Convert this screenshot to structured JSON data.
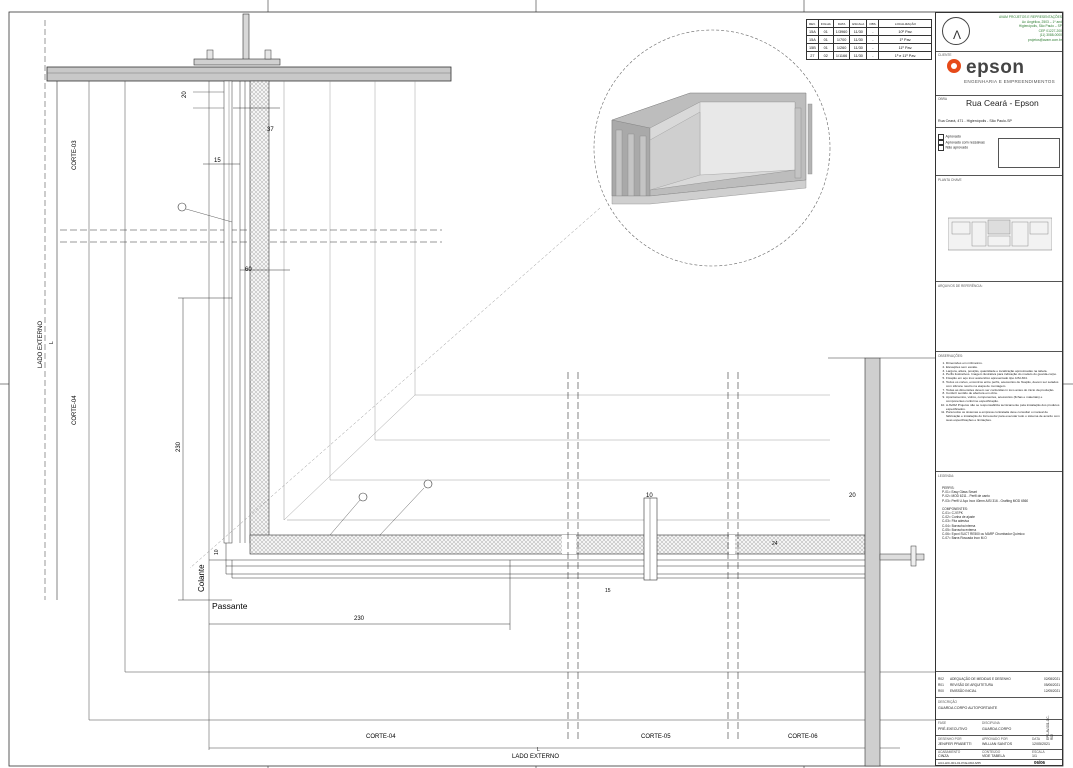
{
  "drawing": {
    "dimensions": {
      "d20_top": "20",
      "d37": "37",
      "d15": "15",
      "d60": "60",
      "d230_v": "230",
      "d230_h": "230",
      "d10": "10",
      "d20_right": "20",
      "d15_bottom": "15",
      "d10_left": "10",
      "d24": "24"
    },
    "labels": {
      "corte03": "CORTE-03",
      "corte04_v": "CORTE-04",
      "lado_externo_v": "LADO EXTERNO",
      "l_v": "L",
      "colante": "Colante",
      "passante": "Passante",
      "corte04_h": "CORTE-04",
      "corte05": "CORTE-05",
      "corte06": "CORTE-06",
      "lado_externo_h": "LADO EXTERNO",
      "l_h": "L"
    }
  },
  "revision_table": {
    "headers": [
      "REV.",
      "FOLHA",
      "DATA",
      "ESCALA",
      "OBS.",
      "LOCALIZAÇÃO"
    ],
    "rows": [
      [
        "15A",
        "01",
        "1/3960",
        "11/30",
        "-",
        "10º Pav."
      ],
      [
        "15A",
        "01",
        "1/700",
        "11/30",
        "-",
        "1º Pav."
      ],
      [
        "15B",
        "01",
        "1/260",
        "11/30",
        "-",
        "11º Pav."
      ],
      [
        "27",
        "02",
        "1/1166",
        "11/30",
        "-",
        "1º e 11º Pav."
      ]
    ]
  },
  "title_block": {
    "address_lines": [
      "AVAM PROJETOS E REPRESENTAÇÕES",
      "Av. Angélica, 2503 – 1º and",
      "Higienópolis, São Paulo – SP",
      "CEP 01227-200",
      "(11) 3088-0000",
      "projetos@avam.com.br"
    ],
    "cliente_label": "CLIENTE",
    "brand": "epson",
    "brand_sub": "ENGENHARIA E EMPREENDIMENTOS",
    "obra_label": "OBRA",
    "obra_title": "Rua Ceará - Epson",
    "endereco": "Rua Ceará, 471 - Higienópolis - São Paulo-SP",
    "approval_options": [
      "Aprovado",
      "Aprovado com ressalvas",
      "Não aprovado"
    ],
    "planta_chave_label": "PLANTA CHAVE",
    "arquivos_label": "ARQUIVOS DE REFERÊNCIA:",
    "observacoes_label": "OBSERVAÇÕES:",
    "observacoes": [
      "Dimensões em milímetros.",
      "Elevações sem escala.",
      "Largura, altura, posição, quantidade e localização aproximadas na tabela.",
      "Perfis ilustrativos. Imagem ilustrativa para indicação do modelo do guarda-corpo.",
      "Fixação em aço inox austenítico apresentado tipo AISI-304.",
      "Todos os cortes, encontros entre perfis, acessórios de fixação, devem ser selados com silicone neutro na etapa de montagem.",
      "Todas as dimensões devem ser conferidas in loco antes do início da produção.",
      "Conferir sentido de abertura em obra.",
      "Apontamentos, vidros, componentes, acessórios (fichas e materiais) e componentes conforme especificação.",
      "A AVAM Projetos não se responsabiliza tecnicamente pela instalação dos produtos especificados.",
      "Para todos os sistemas a empresa contratada deve consultar o manual de fabricação e instalação do fornecedor para executar todo o sistema de acordo com suas especificações e limitações."
    ],
    "legenda_label": "LEGENDA:",
    "perfis_label": "PERFIS:",
    "perfis": [
      "P-01= Easy Glass Smart",
      "P-02= MOD 6211 - Perfil de canto",
      "P-03= Perfil U Aço Inox 40mm AISI 316 - Grafting MOD 6560"
    ],
    "componentes_label": "COMPONENTES:",
    "componentes": [
      "C-01= CJ EPK",
      "C-02= Cunha de ajuste",
      "C-03= Fita adesiva",
      "C-04= Borracha interna",
      "C-05= Borracha externa",
      "C-06= Epoxi SUCT RE500 ou MARP Chumbador Químico",
      "C-07= Barra Roscada Inox M.O"
    ],
    "revisions": [
      [
        "R02",
        "ADEQUAÇÃO DE MEDIDAS E DESENHO",
        "02/08/2021"
      ],
      [
        "R01",
        "REVISÃO DE ARQUITETURA",
        "05/06/2021"
      ],
      [
        "R00",
        "EMISSÃO INICIAL",
        "12/05/2021"
      ]
    ],
    "descricao_label": "DESCRIÇÃO",
    "descricao": "GUARDA CORPO AUTOPORTANTE",
    "fase_label": "FASE",
    "fase": "PRÉ-EXECUTIVO",
    "disciplina_label": "DISCIPLINA",
    "disciplina": "GUARDA CORPO",
    "desenho_label": "DESENHO POR",
    "desenho": "JENIFER PRABETTI",
    "aprovado_label": "APROVADO POR",
    "aprovado": "WILLIAN SANTOS",
    "data_label": "DATA",
    "data": "12/05/2021",
    "acabamento_label": "ACABAMENTO",
    "acabamento": "CINZA",
    "conteudo_label": "CONTEÚDO",
    "conteudo": "VIDE TABELA",
    "escala_label": "ESCALA",
    "escala": "1/1",
    "codigo": "AU4-HIC-001-01-PCE-R02-6/65",
    "folha": "06/06",
    "side_code": "EPS-AV-001-GC-R02"
  }
}
